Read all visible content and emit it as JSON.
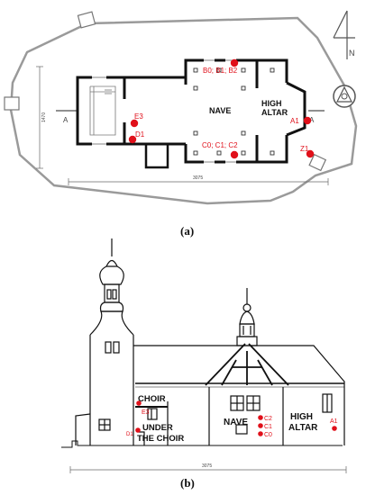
{
  "panel_a": {
    "caption": "(a)",
    "nave_label": "NAVE",
    "high_altar_line1": "HIGH",
    "high_altar_line2": "ALTAR",
    "section_marks": [
      "A",
      "A"
    ],
    "north_letter": "N",
    "dim_width": "3075",
    "dim_height": "1470",
    "sensors": [
      {
        "id": "b-group",
        "label": "B0; B1; B2"
      },
      {
        "id": "c-group",
        "label": "C0; C1; C2"
      },
      {
        "id": "e3",
        "label": "E3"
      },
      {
        "id": "d1",
        "label": "D1"
      },
      {
        "id": "a1",
        "label": "A1"
      },
      {
        "id": "z1",
        "label": "Z1"
      }
    ]
  },
  "panel_b": {
    "caption": "(b)",
    "choir_label": "CHOIR",
    "under_choir_line1": "UNDER",
    "under_choir_line2": "THE CHOIR",
    "nave_label": "NAVE",
    "high_altar_line1": "HIGH",
    "high_altar_line2": "ALTAR",
    "dim_width": "3075",
    "sensors": [
      {
        "id": "e3",
        "label": "E3"
      },
      {
        "id": "d1",
        "label": "D1"
      },
      {
        "id": "c2",
        "label": "C2"
      },
      {
        "id": "c1",
        "label": "C1"
      },
      {
        "id": "c0",
        "label": "C0"
      },
      {
        "id": "a1",
        "label": "A1"
      }
    ]
  },
  "colors": {
    "sensor": "#e0101a",
    "wall": "#111111",
    "boundary": "#9a9a9a"
  }
}
